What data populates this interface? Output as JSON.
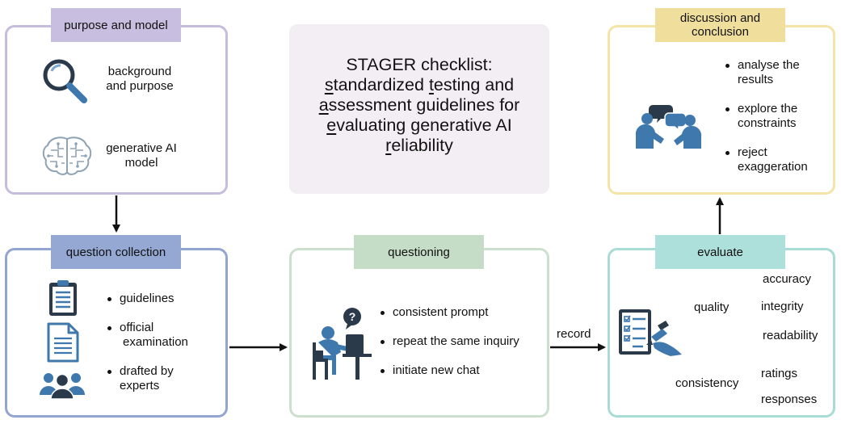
{
  "purpose_model": {
    "header": "purpose and model",
    "background": [
      "background",
      "and purpose"
    ],
    "model": [
      "generative AI",
      "model"
    ]
  },
  "title": {
    "line1": "STAGER checklist:",
    "line2": [
      {
        "u": "s"
      },
      {
        "t": "tandardized "
      },
      {
        "u": "t"
      },
      {
        "t": "esting and"
      }
    ],
    "line3": [
      {
        "u": "a"
      },
      {
        "t": "ssessment "
      },
      {
        "u": "g"
      },
      {
        "t": "uidelines for"
      }
    ],
    "line4": [
      {
        "u": "e"
      },
      {
        "t": "valuating generative AI"
      }
    ],
    "line5": [
      {
        "u": "r"
      },
      {
        "t": "eliability"
      }
    ]
  },
  "discussion": {
    "header": [
      "discussion and",
      "conclusion"
    ],
    "items": [
      [
        "analyse the",
        "results"
      ],
      [
        "explore the",
        "constraints"
      ],
      [
        "reject",
        "exaggeration"
      ]
    ]
  },
  "question_collection": {
    "header": "question collection",
    "items": [
      [
        "guidelines"
      ],
      [
        "official",
        "examination"
      ],
      [
        "drafted by",
        "experts"
      ]
    ]
  },
  "questioning": {
    "header": "questioning",
    "items": [
      "consistent prompt",
      "repeat the same inquiry",
      "initiate new chat"
    ],
    "bubble": "?"
  },
  "record_label": "record",
  "evaluate": {
    "header": "evaluate",
    "quality": "quality",
    "quality_items": [
      "accuracy",
      "integrity",
      "readability"
    ],
    "consistency": "consistency",
    "consistency_items": [
      "ratings",
      "responses"
    ]
  },
  "colors": {
    "purple_border": "#c6bcdc",
    "purple_header": "#c7bee0",
    "pink_bg": "#f3eef4",
    "yellow_border": "#f4e4a8",
    "yellow_header": "#f0df9c",
    "blue_border": "#93a6cf",
    "blue_header": "#94a8d3",
    "green_border": "#cde0cf",
    "green_header": "#c5dcc7",
    "teal_border": "#a9dcd7",
    "teal_header": "#aee0db",
    "icon_blue": "#3f78ad",
    "icon_dark": "#2a3a4a"
  }
}
